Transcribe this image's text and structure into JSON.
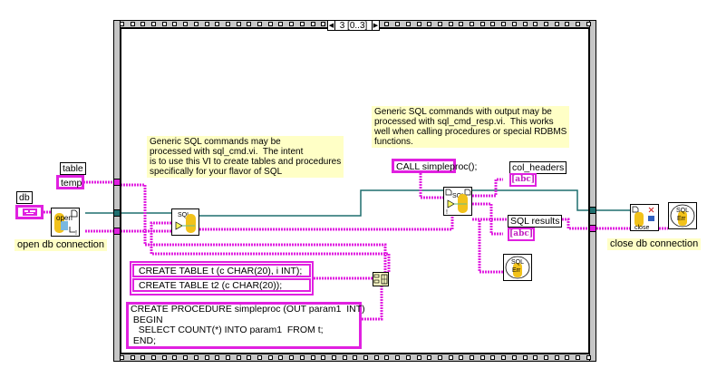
{
  "structure": {
    "type": "stacked-sequence",
    "selector": {
      "value": "3",
      "range": "[0..3]"
    }
  },
  "controls": {
    "table_label": "table",
    "table_value": "temp",
    "db_label": "db"
  },
  "subvis": {
    "open": {
      "glyph": "open",
      "label": "open db connection"
    },
    "sql_cmd": {
      "glyph": "SQL"
    },
    "sql_cmd_resp": {
      "glyph": "SQL"
    },
    "close": {
      "glyph": "close",
      "label": "close db connection"
    },
    "sql_err_inner": {
      "glyph_top": "SQL",
      "glyph_bottom": "Err"
    },
    "sql_err_outer": {
      "glyph_top": "SQL",
      "glyph_bottom": "Err"
    },
    "build_array": {
      "glyph": "build-array"
    }
  },
  "comments": {
    "sql_cmd_note": "Generic SQL commands may be\nprocessed with sql_cmd.vi.  The intent\nis to use this VI to create tables and procedures\nspecifically for your flavor of SQL",
    "sql_cmd_resp_note": "Generic SQL commands with output may be\nprocessed with sql_cmd_resp.vi.  This works\nwell when calling procedures or special RDBMS\nfunctions."
  },
  "constants": {
    "call": "CALL simpleproc();",
    "create_tables": [
      "CREATE TABLE t (c CHAR(20), i INT);",
      "CREATE TABLE t2 (c CHAR(20));"
    ],
    "create_procedure": "CREATE PROCEDURE simpleproc (OUT param1  INT)\n BEGIN\n   SELECT COUNT(*) INTO param1  FROM t;\n END;"
  },
  "indicators": {
    "col_headers_label": "col_headers",
    "col_headers_glyph": "[abc]",
    "sql_results_label": "SQL results",
    "sql_results_glyph": "[abc]"
  },
  "colors": {
    "string_wire": "#e020e0",
    "refnum_wire": "#1f6f6f",
    "frame": "#c6c6c6",
    "comment_bg": "#ffffc6",
    "vi_yellow": "#f2c21b"
  }
}
